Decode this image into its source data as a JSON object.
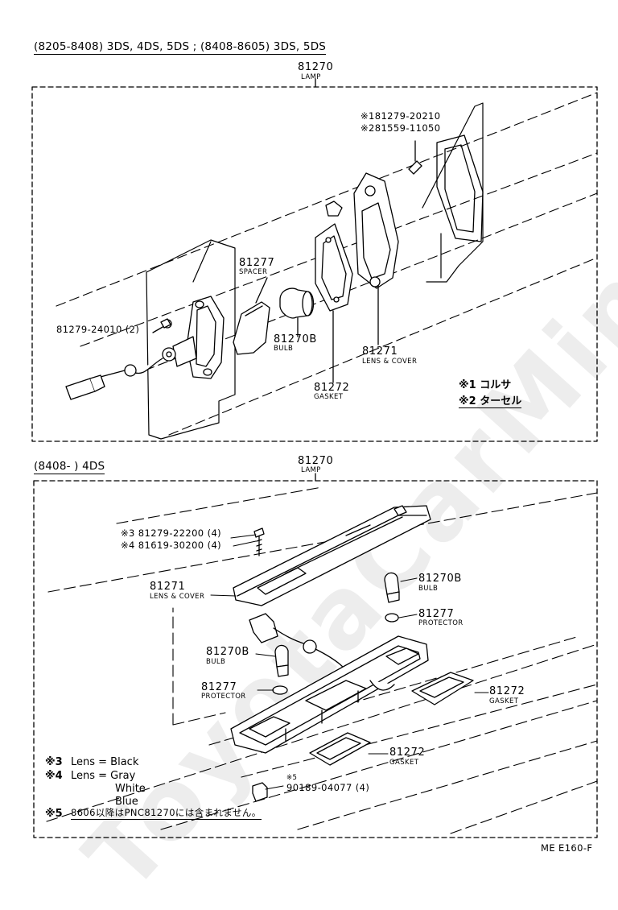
{
  "watermark": "ToyotaCarMiner.ru",
  "top": {
    "header": "(8205-8408) 3DS, 4DS, 5DS ; (8408-8605) 3DS, 5DS",
    "lamp_pn": "81270",
    "lamp_name": "LAMP",
    "note1_pn": "※181279-20210",
    "note2_pn": "※281559-11050",
    "spacer_pn": "81277",
    "spacer_name": "SPACER",
    "screw_pn": "81279-24010 (2)",
    "bulb_pn": "81270B",
    "bulb_name": "BULB",
    "lens_pn": "81271",
    "lens_name": "LENS & COVER",
    "gasket_pn": "81272",
    "gasket_name": "GASKET",
    "legend1": "※1 コルサ",
    "legend2": "※2 ターセル"
  },
  "bottom": {
    "header": "(8408-        ) 4DS",
    "lamp_pn": "81270",
    "lamp_name": "LAMP",
    "note3_pn": "※3 81279-22200 (4)",
    "note4_pn": "※4 81619-30200 (4)",
    "lens_pn": "81271",
    "lens_name": "LENS & COVER",
    "bulb_r_pn": "81270B",
    "bulb_r_name": "BULB",
    "prot_r_pn": "81277",
    "prot_r_name": "PROTECTOR",
    "bulb_l_pn": "81270B",
    "bulb_l_name": "BULB",
    "prot_l_pn": "81277",
    "prot_l_name": "PROTECTOR",
    "gasket_r_pn": "81272",
    "gasket_r_name": "GASKET",
    "gasket_c_pn": "81272",
    "gasket_c_name": "GASKET",
    "note5_mark": "※5",
    "clip_pn": "90189-04077 (4)",
    "legend3_mark": "※3",
    "legend3_text": "Lens = Black",
    "legend4_mark": "※4",
    "legend4_text": "Lens = Gray",
    "legend4_white": "White",
    "legend4_blue": "Blue",
    "legend5_mark": "※5",
    "legend5_text": "8606以降はPNC81270には含まれません。"
  },
  "figure_code": "ME E160-F"
}
